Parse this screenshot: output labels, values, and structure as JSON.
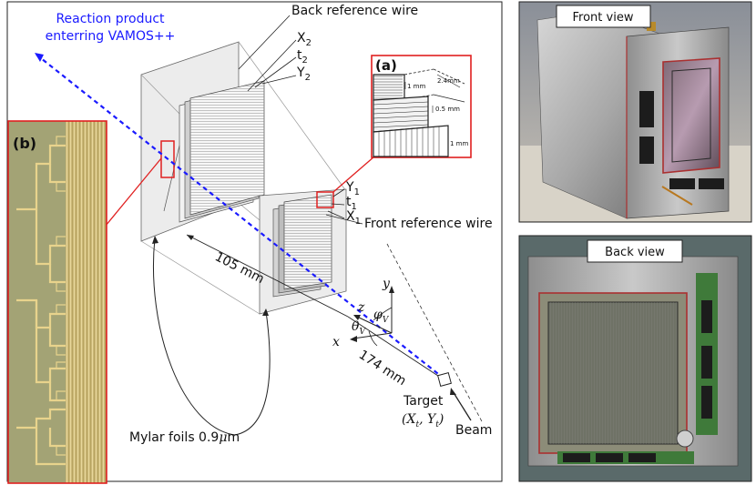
{
  "labels": {
    "reaction_line1": "Reaction product",
    "reaction_line2": "enterring VAMOS++",
    "back_ref_wire": "Back reference wire",
    "x2": "X",
    "x2_sub": "2",
    "t2": "t",
    "t2_sub": "2",
    "y2": "Y",
    "y2_sub": "2",
    "y1": "Y",
    "y1_sub": "1",
    "t1": "t",
    "t1_sub": "1",
    "x1": "X",
    "x1_sub": "1",
    "front_ref_wire": "Front reference wire",
    "dist_105": "105 mm",
    "dist_174": "174 mm",
    "axis_z": "z",
    "axis_y": "y",
    "axis_x": "x",
    "phi_v": "φ",
    "phi_v_sub": "V",
    "theta_v": "θ",
    "theta_v_sub": "V",
    "target": "Target",
    "target_coords": "(X",
    "target_coords_sub1": "t",
    "target_coords_mid": ", Y",
    "target_coords_sub2": "t",
    "target_coords_end": ")",
    "beam": "Beam",
    "mylar": "Mylar foils 0.9",
    "mylar_mu": "μ",
    "mylar_unit": "m"
  },
  "inset_a": {
    "tag": "(a)",
    "dim_1mm_top": "1 mm",
    "dim_2_4mm": "2.4mm",
    "dim_0_5mm": "0.5 mm",
    "dim_1mm_bottom": "1 mm"
  },
  "inset_b": {
    "tag": "(b)"
  },
  "photos": {
    "front_title": "Front view",
    "back_title": "Back view"
  },
  "colors": {
    "accent_red": "#e02020",
    "beam_blue": "#1a1aff",
    "gold_pcb": "#c8a84a",
    "pcb_green": "#3f7a3a"
  }
}
